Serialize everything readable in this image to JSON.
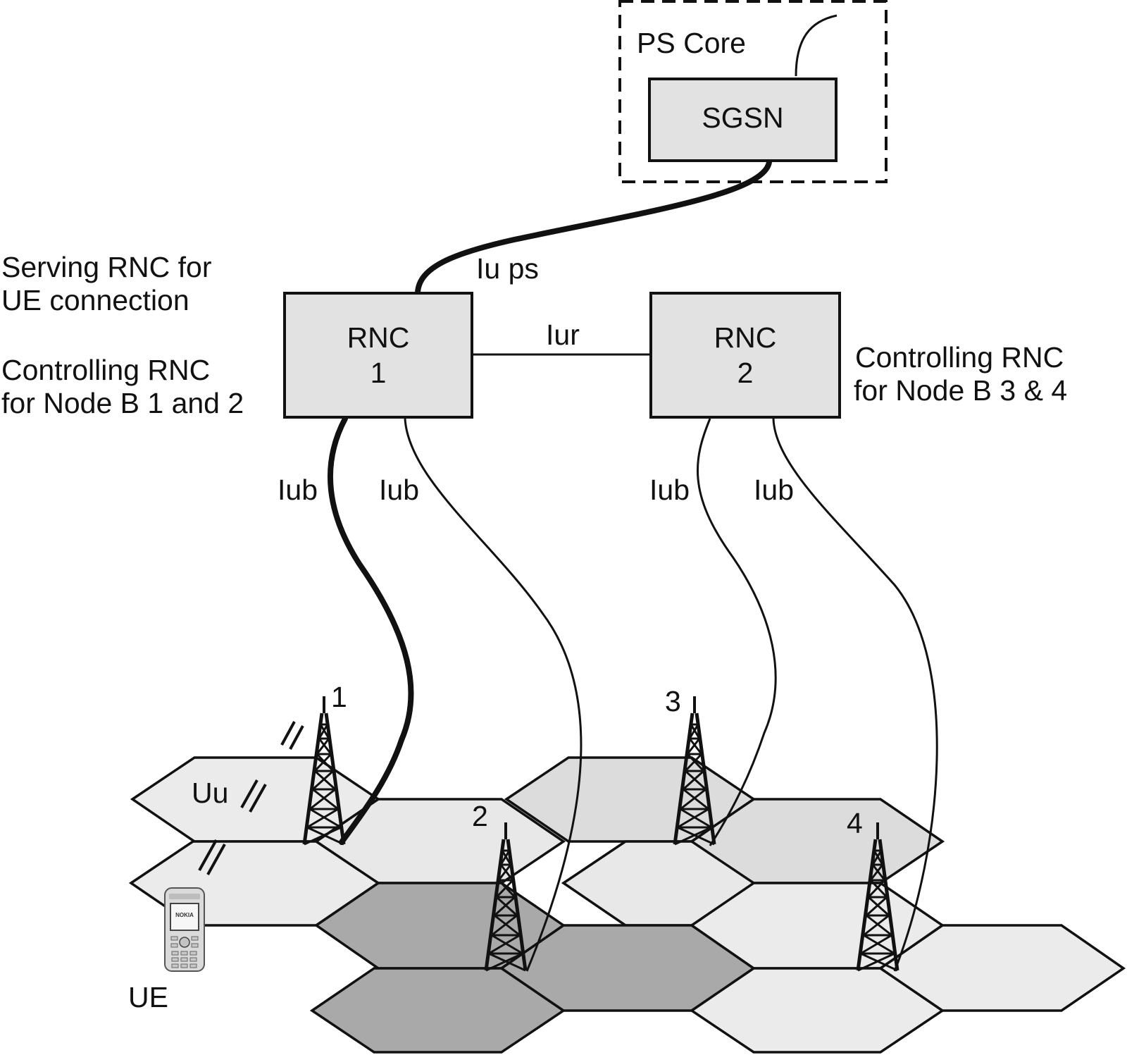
{
  "ps_core": {
    "label": "PS Core"
  },
  "sgsn": {
    "label": "SGSN"
  },
  "rnc1": {
    "line1": "RNC",
    "line2": "1"
  },
  "rnc2": {
    "line1": "RNC",
    "line2": "2"
  },
  "interfaces": {
    "iu_ps": "Iu ps",
    "iur": "Iur",
    "iub": "Iub",
    "uu": "Uu"
  },
  "annotations": {
    "serving_line1": "Serving RNC for",
    "serving_line2": "UE connection",
    "controlling1_line1": "Controlling RNC",
    "controlling1_line2": "for Node B 1 and 2",
    "controlling2_line1": "Controlling RNC",
    "controlling2_line2": "for Node B 3 & 4"
  },
  "node_b_labels": [
    "1",
    "2",
    "3",
    "4"
  ],
  "ue": {
    "label": "UE",
    "phone_brand": "NOKIA"
  },
  "colors": {
    "box_fill": "#e2e2e2",
    "cell_light": "#ebebeb",
    "cell_medium": "#dcdcdc",
    "cell_dark": "#a9a9a9",
    "stroke": "#111111"
  }
}
